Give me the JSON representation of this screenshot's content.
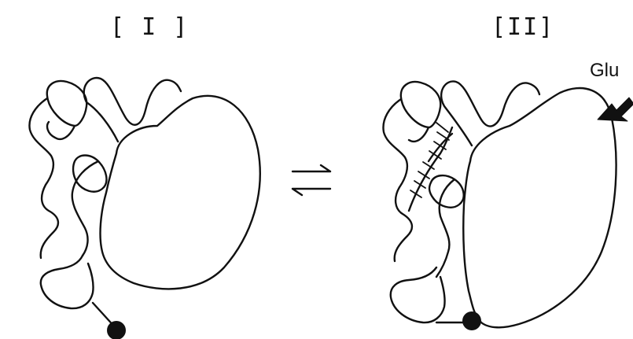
{
  "figure": {
    "state_1_label": "[ I ]",
    "state_2_label": "[II]",
    "ligand_label": "Glu",
    "equilibrium_symbol": "⇌"
  },
  "colors": {
    "ink": "#111111",
    "background": "#ffffff"
  }
}
